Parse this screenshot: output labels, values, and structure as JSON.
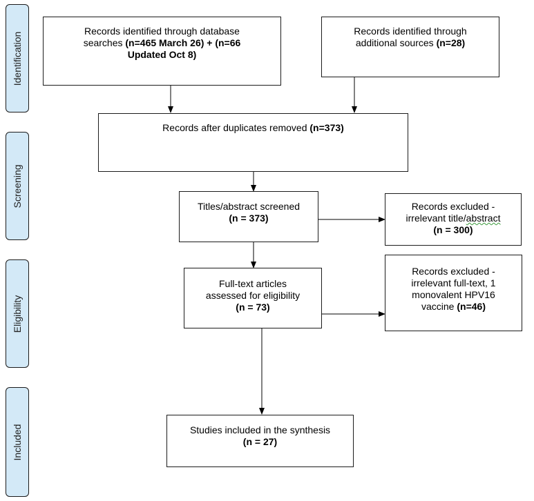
{
  "phases": {
    "identification": "Identification",
    "screening": "Screening",
    "eligibility": "Eligibility",
    "included": "Included"
  },
  "boxes": {
    "database": {
      "line1": "Records identified through database",
      "line2_text": "searches ",
      "line2_bold": "(n=465 March 26) + (n=66",
      "line3_bold": "Updated Oct 8)"
    },
    "additional": {
      "line1": "Records identified through",
      "line2_text": "additional sources ",
      "line2_bold": "(n=28)"
    },
    "duplicates": {
      "text": "Records after duplicates removed ",
      "bold": "(n=373)"
    },
    "screened": {
      "line1": "Titles/abstract screened",
      "bold": "(n = 373)"
    },
    "excluded_title": {
      "line1": "Records excluded -",
      "line2_text": "irrelevant title/",
      "line2_squiggle": "abstract",
      "bold": "(n = 300)"
    },
    "fulltext": {
      "line1": "Full-text articles",
      "line2": "assessed for eligibility",
      "bold": "(n = 73)"
    },
    "excluded_fulltext": {
      "line1": "Records excluded -",
      "line2": "irrelevant full-text, 1",
      "line3": "monovalent HPV16",
      "line4_text": "vaccine ",
      "line4_bold": "(n=46)"
    },
    "included": {
      "line1": "Studies included in the synthesis",
      "bold": "(n = 27)"
    }
  }
}
